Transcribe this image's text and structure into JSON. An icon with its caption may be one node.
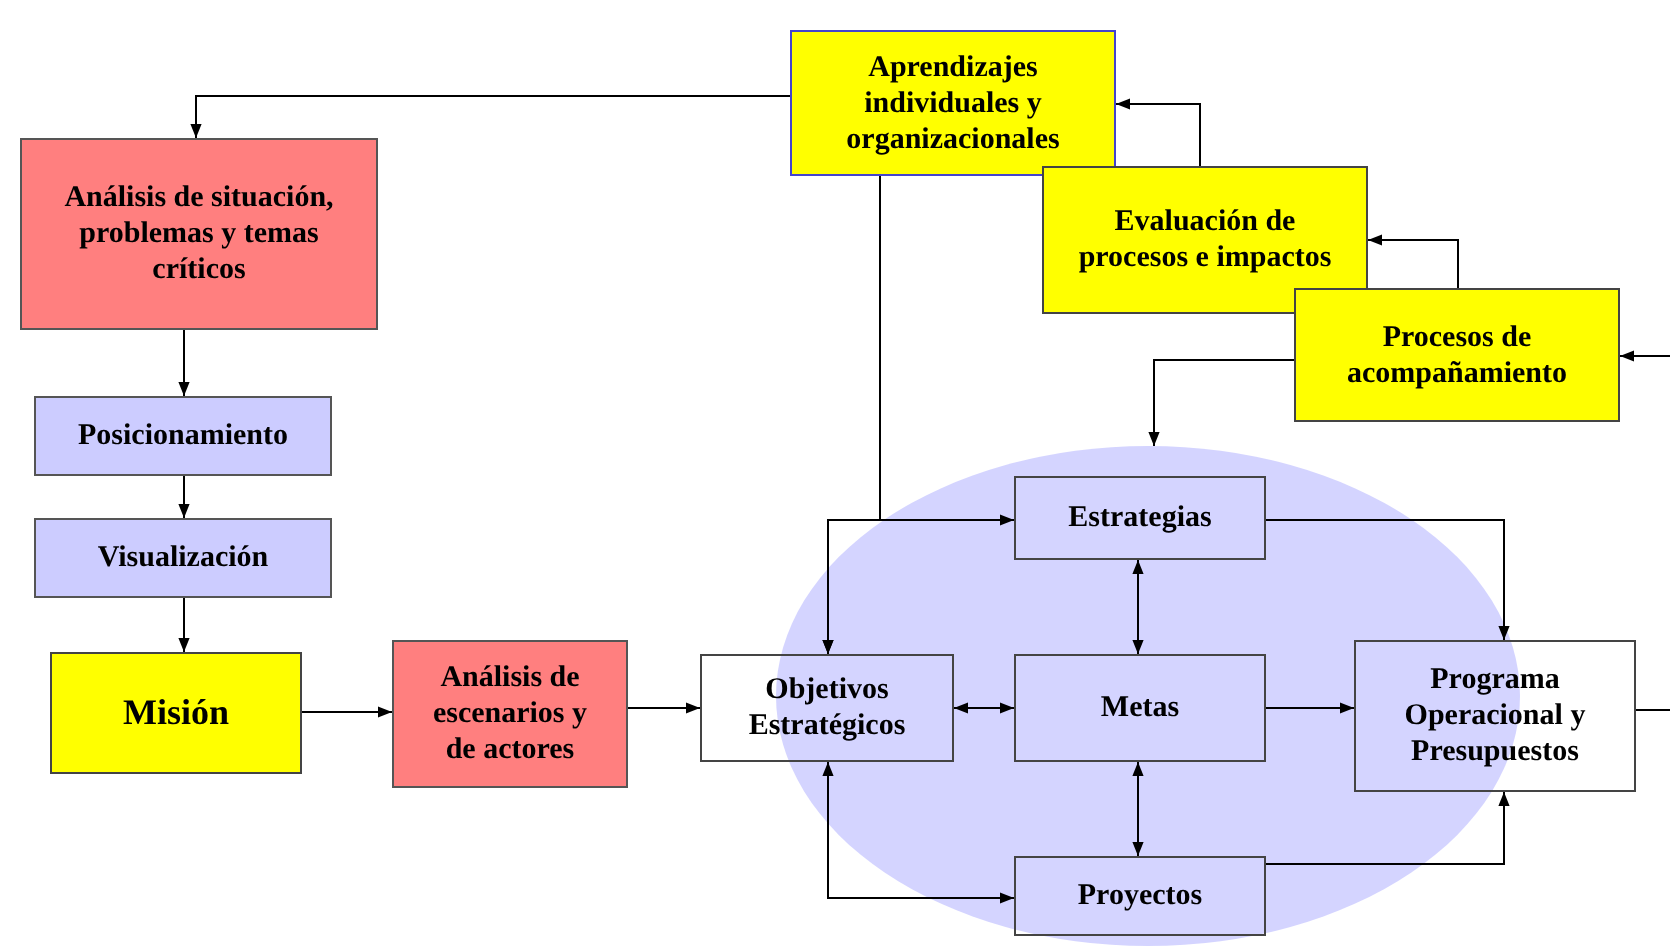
{
  "diagram": {
    "nodes": [
      {
        "text": [
          "Aprendizajes individuales y organizacionales"
        ]
      },
      {
        "text": [
          "Evaluación de procesos e impactos"
        ]
      },
      {
        "text": [
          "Procesos de acompañamiento"
        ]
      },
      {
        "text": [
          "Análisis de situación, problemas y temas críticos"
        ]
      },
      {
        "text": [
          "Posicionamiento"
        ]
      },
      {
        "text": [
          "Visualización"
        ]
      },
      {
        "text": [
          "Misión"
        ]
      },
      {
        "text": [
          "Análisis de escenarios y de actores"
        ]
      },
      {
        "text": [],
        "shape": "ellipse"
      },
      {
        "text": [
          "Objetivos Estratégicos"
        ]
      },
      {
        "text": [
          "Estrategias"
        ],
        "in": 8
      },
      {
        "text": [
          "Metas"
        ],
        "in": 8
      },
      {
        "text": [
          "Proyectos"
        ],
        "in": 8
      },
      {
        "text": [
          "Programa Operacional y Presupuestos"
        ]
      }
    ],
    "edges": [
      {
        "from": 0,
        "to": 3,
        "arrow": "to"
      },
      {
        "from": 1,
        "to": 0,
        "arrow": "to"
      },
      {
        "from": 2,
        "to": 1,
        "arrow": "to"
      },
      {
        "from": null,
        "to": 2,
        "arrow": "to"
      },
      {
        "from": 2,
        "to": 8,
        "arrow": "to"
      },
      {
        "from": 0,
        "to": 9,
        "arrow": "to"
      },
      {
        "from": 3,
        "to": 4,
        "arrow": "to"
      },
      {
        "from": 4,
        "to": 5,
        "arrow": "to"
      },
      {
        "from": 5,
        "to": 6,
        "arrow": "to"
      },
      {
        "from": 6,
        "to": 7,
        "arrow": "to"
      },
      {
        "from": 7,
        "to": 9,
        "arrow": "to"
      },
      {
        "from": 9,
        "to": 10,
        "arrow": "both"
      },
      {
        "from": 9,
        "to": 11,
        "arrow": "both"
      },
      {
        "from": 9,
        "to": 12,
        "arrow": "both"
      },
      {
        "from": 10,
        "to": 11,
        "arrow": "both"
      },
      {
        "from": 11,
        "to": 12,
        "arrow": "both"
      },
      {
        "from": 10,
        "to": 13,
        "arrow": "to"
      },
      {
        "from": 11,
        "to": 13,
        "arrow": "to"
      },
      {
        "from": 12,
        "to": 13,
        "arrow": "to"
      },
      {
        "from": 13,
        "to": null,
        "arrow": "none"
      }
    ]
  }
}
